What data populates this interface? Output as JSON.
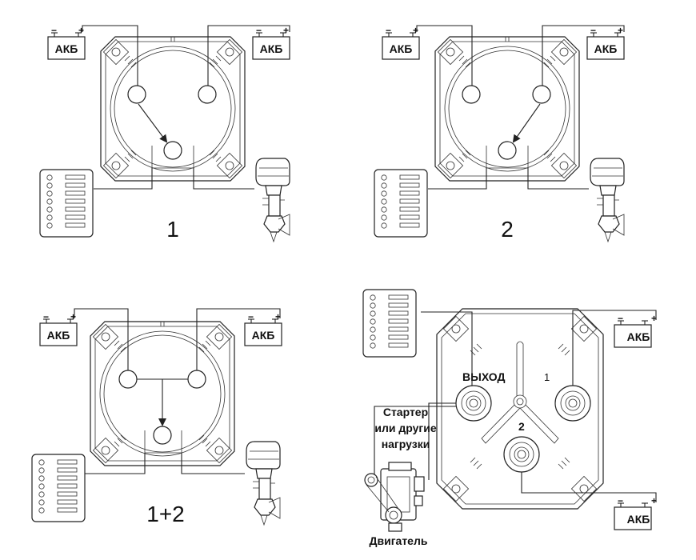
{
  "diagram": {
    "battery_label": "АКБ",
    "plus_sign": "+",
    "minus_sign": "−",
    "modes": [
      "1",
      "2",
      "1+2"
    ],
    "wiring": {
      "output_label": "ВЫХОД",
      "terminal_1": "1",
      "terminal_2": "2",
      "starter_label_line1": "Стартер",
      "starter_label_line2": "или другие",
      "starter_label_line3": "нагрузки",
      "engine_label": "Двигатель"
    }
  }
}
